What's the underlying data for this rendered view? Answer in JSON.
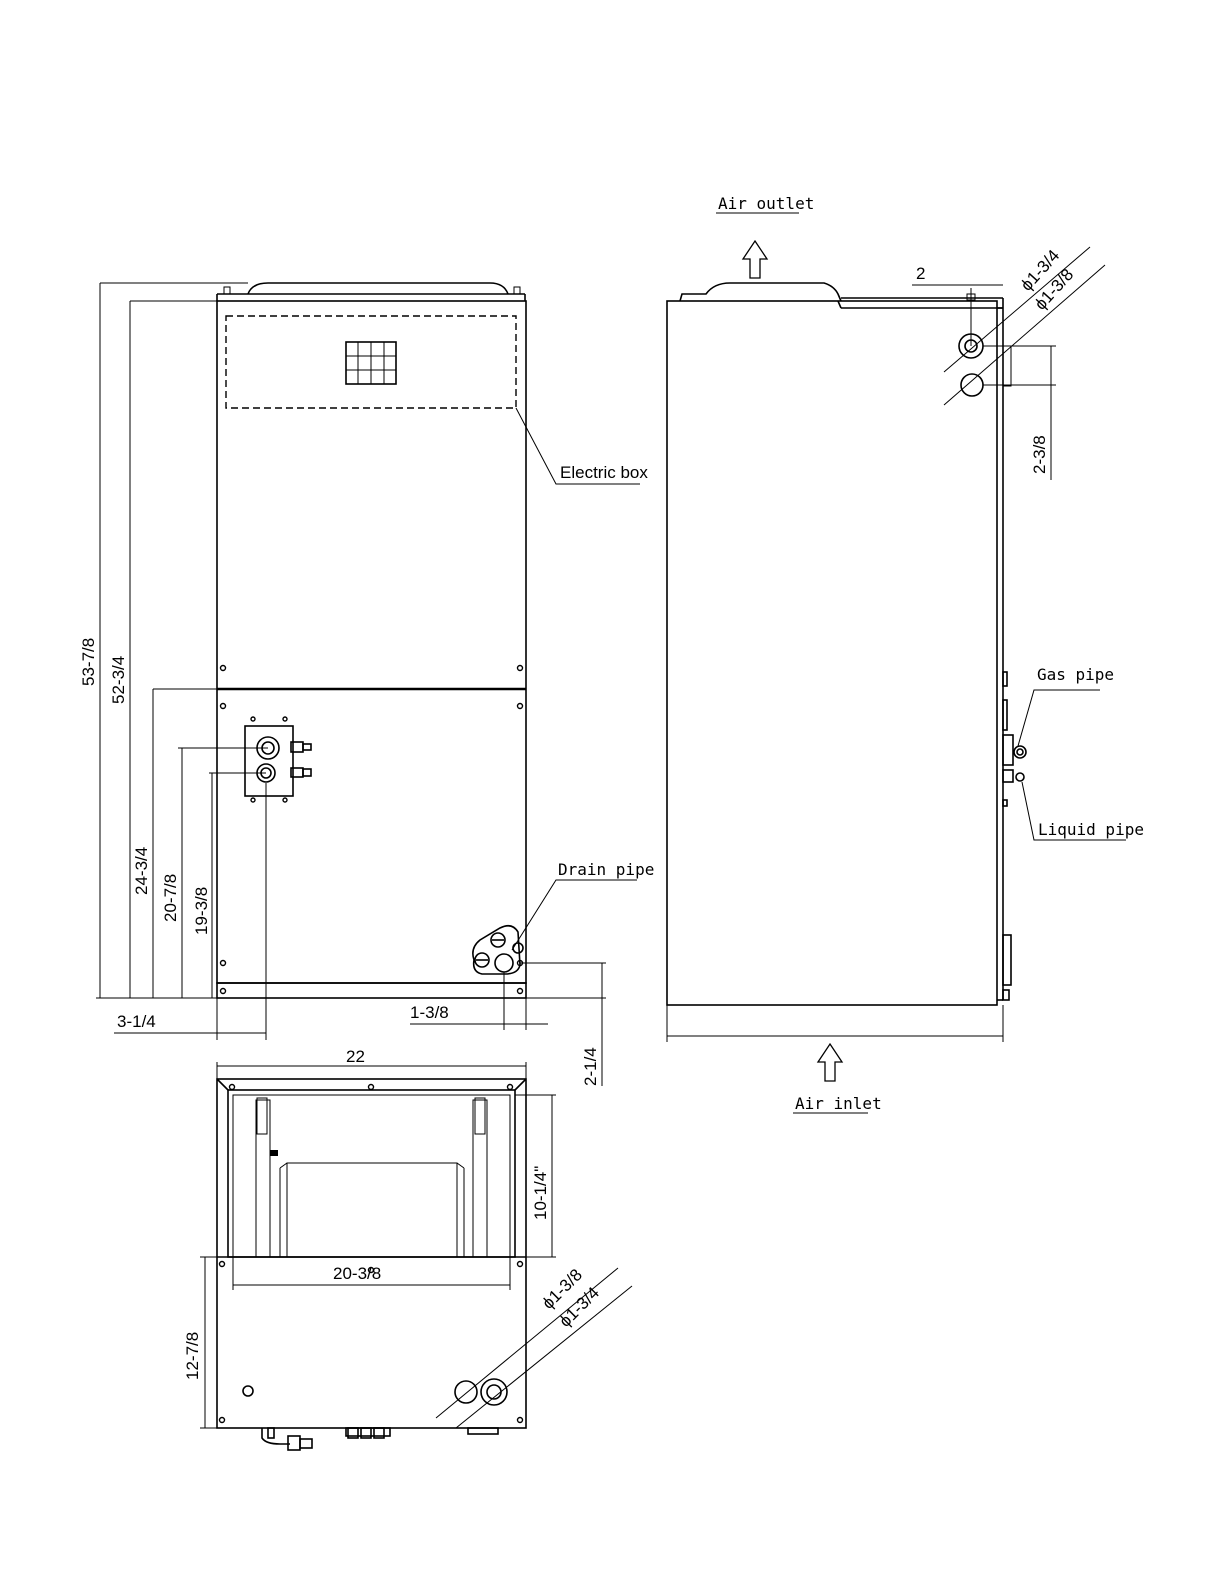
{
  "labels": {
    "air_outlet": "Air outlet",
    "air_inlet": "Air inlet",
    "electric_box": "Electric box",
    "drain_pipe": "Drain pipe",
    "gas_pipe": "Gas pipe",
    "liquid_pipe": "Liquid pipe"
  },
  "dimensions": {
    "overall_height": "53-7/8",
    "body_height": "52-3/4",
    "lower_panel_height": "24-3/4",
    "gas_pipe_height": "20-7/8",
    "liquid_pipe_height": "19-3/8",
    "pipe_offset_left": "3-1/4",
    "drain_offset": "1-3/8",
    "drain_height": "2-1/4",
    "width": "22",
    "inner_width": "20-3/8",
    "inlet_depth": "10-1/4\"",
    "bottom_depth": "12-7/8",
    "pipe_spacing": "2-3/8",
    "top_offset": "2",
    "side_dia_1": "ϕ1-3/4",
    "side_dia_2": "ϕ1-3/8",
    "bottom_dia_1": "ϕ1-3/8",
    "bottom_dia_2": "ϕ1-3/4"
  }
}
